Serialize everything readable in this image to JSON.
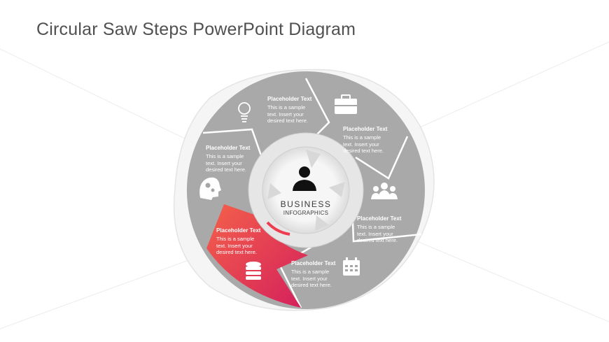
{
  "title": "Circular Saw Steps PowerPoint Diagram",
  "center": {
    "heading": "BUSINESS",
    "subheading": "INFOGRAPHICS",
    "icon": "person-icon"
  },
  "colors": {
    "segment": "#a6a6a6",
    "highlight_start": "#f25a4a",
    "highlight_end": "#d8215a",
    "text": "#ffffff"
  },
  "segments": [
    {
      "title": "Placeholder Text",
      "lines": [
        "This is a sample",
        "text.  Insert your",
        "desired text here."
      ],
      "icon": "lightbulb-icon"
    },
    {
      "title": "Placeholder Text",
      "lines": [
        "This is a sample",
        "text.  Insert your",
        "desired text here."
      ],
      "icon": "briefcase-icon"
    },
    {
      "title": "Placeholder Text",
      "lines": [
        "This is a sample",
        "text.  Insert your",
        "desired text here."
      ],
      "icon": "team-icon"
    },
    {
      "title": "Placeholder Text",
      "lines": [
        "This is a sample",
        "text.  Insert your",
        "desired text here."
      ],
      "icon": "calendar-icon"
    },
    {
      "title": "Placeholder Text",
      "lines": [
        "This is a sample",
        "text.  Insert your",
        "desired text here."
      ],
      "icon": "database-icon",
      "highlighted": true
    },
    {
      "title": "Placeholder Text",
      "lines": [
        "This is a sample",
        "text.  Insert your",
        "desired text here."
      ],
      "icon": "head-gears-icon"
    }
  ]
}
